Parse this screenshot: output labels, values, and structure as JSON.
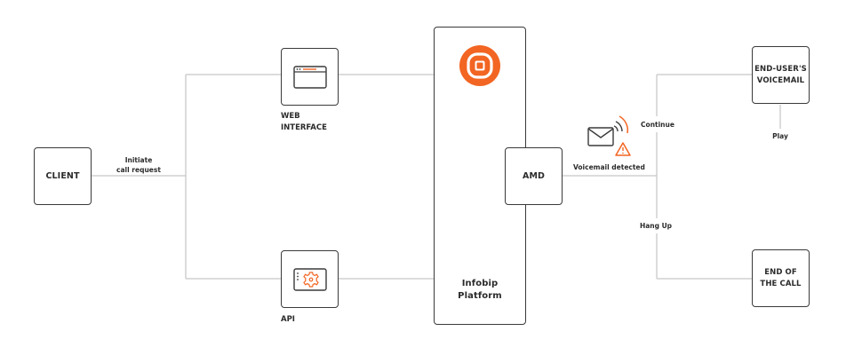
{
  "diagram": {
    "colors": {
      "accent": "#f26522",
      "stroke": "#3a3a3a",
      "connector": "#c8c8c8",
      "text": "#2b2b2b",
      "background": "#ffffff"
    },
    "nodes": {
      "client": {
        "label": "CLIENT"
      },
      "web_interface": {
        "label_line1": "WEB",
        "label_line2": "INTERFACE",
        "icon": "browser-window-icon"
      },
      "api": {
        "label": "API",
        "icon": "gear-window-icon"
      },
      "platform": {
        "label_line1": "Infobip",
        "label_line2": "Platform",
        "icon": "infobip-logo-icon"
      },
      "amd": {
        "label": "AMD"
      },
      "voicemail": {
        "label_line1": "END-USER'S",
        "label_line2": "VOICEMAIL"
      },
      "end_call": {
        "label_line1": "END OF",
        "label_line2": "THE CALL"
      }
    },
    "edge_labels": {
      "initiate_line1": "Initiate",
      "initiate_line2": "call request",
      "voicemail_detected": "Voicemail detected",
      "continue": "Continue",
      "hang_up": "Hang Up",
      "play": "Play"
    },
    "decorations": {
      "voicemail_alert_icon": "envelope-signal-warning-icon"
    }
  }
}
